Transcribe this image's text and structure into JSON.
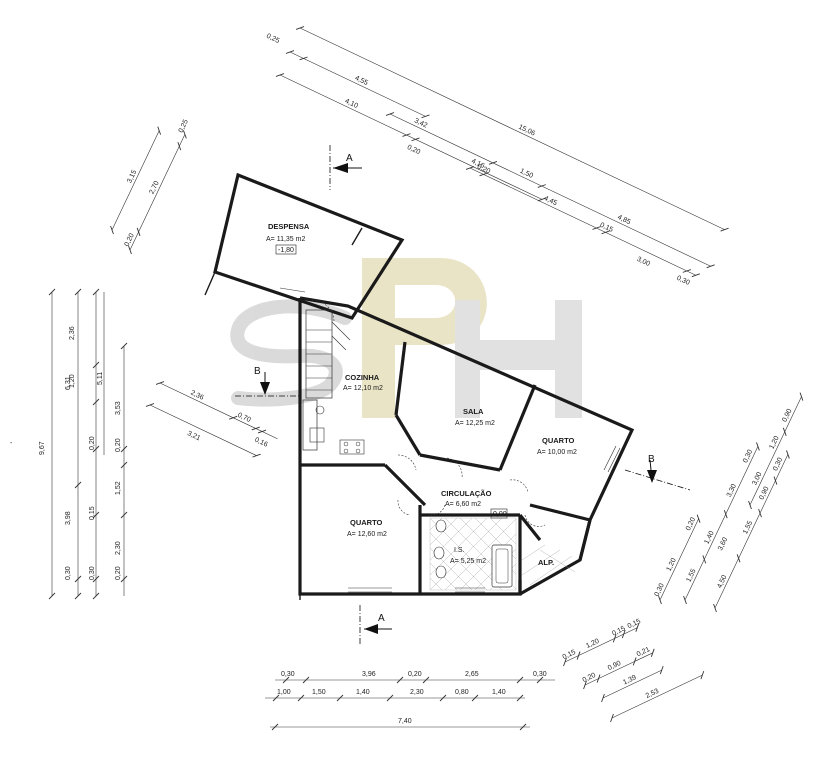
{
  "rooms": {
    "despensa": {
      "name": "DESPENSA",
      "area": "A= 11,35 m2",
      "level": "-1,80"
    },
    "cozinha": {
      "name": "COZINHA",
      "area": "A= 12,10 m2"
    },
    "sala": {
      "name": "SALA",
      "area": "A= 12,25 m2"
    },
    "quarto1": {
      "name": "QUARTO",
      "area": "A= 10,00 m2"
    },
    "circulacao": {
      "name": "CIRCULAÇÃO",
      "area": "A= 6,60 m2",
      "level": "0,00"
    },
    "quarto2": {
      "name": "QUARTO",
      "area": "A= 12,60 m2"
    },
    "ls": {
      "name": "I.S.",
      "area": "A= 5,25 m2"
    },
    "alp": {
      "name": "ALP."
    }
  },
  "sections": {
    "a_top": "A",
    "a_bottom": "A",
    "b_left": "B",
    "b_right": "B"
  },
  "dims": {
    "top": {
      "r1": [
        "0,25",
        "4,55",
        "15,06"
      ],
      "r2": [
        "4,10",
        "0,20",
        "4,16"
      ],
      "r3": [
        "3,42",
        "1,50",
        "4,85"
      ],
      "r4": [
        "0,20",
        "4,45",
        "0,15",
        "3,00",
        "0,30"
      ]
    },
    "despensa_left": [
      "3,15",
      "0,25",
      "2,70",
      "0,20"
    ],
    "left": {
      "total": "9,67",
      "c2": [
        "6,31",
        "3,98",
        "0,15",
        "0,30"
      ],
      "c3": [
        "2,36",
        "1,20",
        "0,20",
        "0,30"
      ],
      "c4": [
        "5,11",
        "0,20",
        "1,52",
        "2,30"
      ],
      "c5": [
        "3,53",
        "0,20"
      ]
    },
    "mid_left": [
      "2,36",
      "0,70",
      "0,16",
      "3,21"
    ],
    "right": {
      "c1": [
        "0,90",
        "1,20",
        "3,00"
      ],
      "c2": [
        "0,30",
        "0,90",
        "1,55",
        "4,50"
      ],
      "c3": [
        "0,30",
        "3,30",
        "3,60",
        "1,40",
        "1,55"
      ],
      "c4": [
        "0,20",
        "1,20",
        "0,30"
      ]
    },
    "bottom_right": [
      "0,15",
      "1,20",
      "0,15",
      "0,15",
      "0,21",
      "0,20",
      "0,90",
      "1,39",
      "2,53"
    ],
    "bottom": {
      "r1": [
        "0,30",
        "3,96",
        "0,20",
        "2,65",
        "0,30"
      ],
      "r2": [
        "1,00",
        "1,50",
        "1,40",
        "2,30",
        "0,80",
        "1,40"
      ],
      "total": "7,40"
    }
  },
  "colors": {
    "wall": "#1a1a1a",
    "watermark": "#d8cfa0",
    "watermark_grey": "#c6c6c6",
    "tile": "#9a9a9a"
  },
  "watermark_icon": "rh-logo-icon"
}
